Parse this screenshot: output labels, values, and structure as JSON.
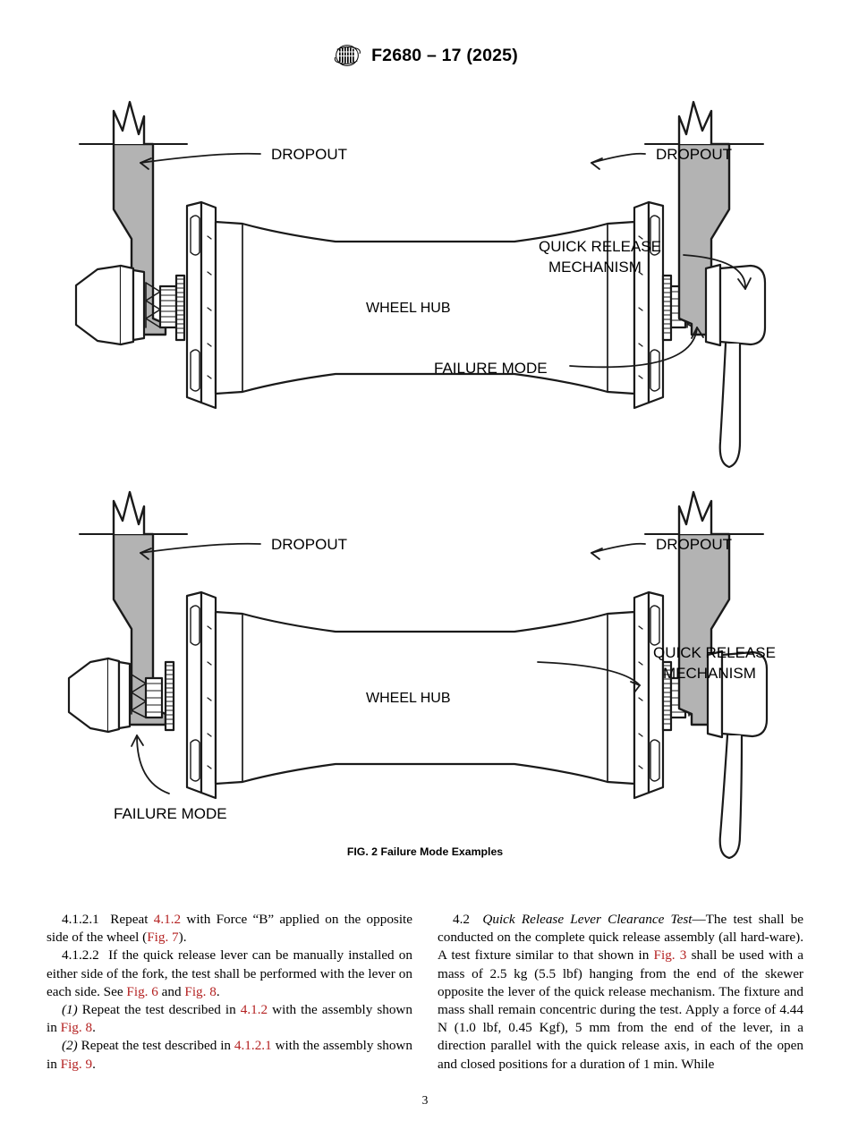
{
  "header": {
    "logo_icon": "astm-logo-icon",
    "standard_designation": "F2680 – 17 (2025)"
  },
  "figure": {
    "caption": "FIG. 2 Failure Mode Examples",
    "colors": {
      "dropout_fill": "#b3b3b3",
      "line": "#1a1a1a",
      "part_fill": "#ffffff"
    },
    "diagrams": [
      {
        "name": "failure-mode-example-top",
        "labels": {
          "dropout_left": "DROPOUT",
          "dropout_right": "DROPOUT",
          "wheel_hub": "WHEEL HUB",
          "quick_release": [
            "QUICK RELEASE",
            "MECHANISM"
          ],
          "failure_mode": "FAILURE MODE"
        }
      },
      {
        "name": "failure-mode-example-bottom",
        "labels": {
          "dropout_left": "DROPOUT",
          "dropout_right": "DROPOUT",
          "wheel_hub": "WHEEL HUB",
          "quick_release": [
            "QUICK RELEASE",
            "MECHANISM"
          ],
          "failure_mode": "FAILURE MODE"
        }
      }
    ]
  },
  "body": {
    "left_column": {
      "para_4121": {
        "number": "4.1.2.1",
        "text_1": "Repeat ",
        "ref_1": "4.1.2",
        "text_2": " with Force “B” applied on the opposite side of the wheel (",
        "ref_2": "Fig. 7",
        "text_3": ")."
      },
      "para_4122": {
        "number": "4.1.2.2",
        "text_1": "If the quick release lever can be manually installed on either side of the fork, the test shall be performed with the lever on each side. See ",
        "ref_1": "Fig. 6",
        "text_2": " and ",
        "ref_2": "Fig. 8",
        "text_3": "."
      },
      "para_item1": {
        "number": "(1)",
        "text_1": " Repeat the test described in ",
        "ref_1": "4.1.2",
        "text_2": " with the assembly shown in ",
        "ref_2": "Fig. 8",
        "text_3": "."
      },
      "para_item2": {
        "number": "(2)",
        "text_1": " Repeat the test described in ",
        "ref_1": "4.1.2.1",
        "text_2": " with the assembly shown in ",
        "ref_2": "Fig. 9",
        "text_3": "."
      }
    },
    "right_column": {
      "para_42": {
        "number": "4.2",
        "title": "Quick Release Lever Clearance Test",
        "text_1": "—The test shall be conducted on the complete quick release assembly (all hard-ware). A test fixture similar to that shown in ",
        "ref_1": "Fig. 3",
        "text_2": " shall be used with a mass of 2.5 kg (5.5 lbf) hanging from the end of the skewer opposite the lever of the quick release mechanism. The fixture and mass shall remain concentric during the test. Apply a force of 4.44 N (1.0 lbf, 0.45 Kgf), 5 mm from the end of the lever, in a direction parallel with the quick release axis, in each of the open and closed positions for a duration of 1 min. While"
      }
    }
  },
  "footer": {
    "page_number": "3"
  }
}
